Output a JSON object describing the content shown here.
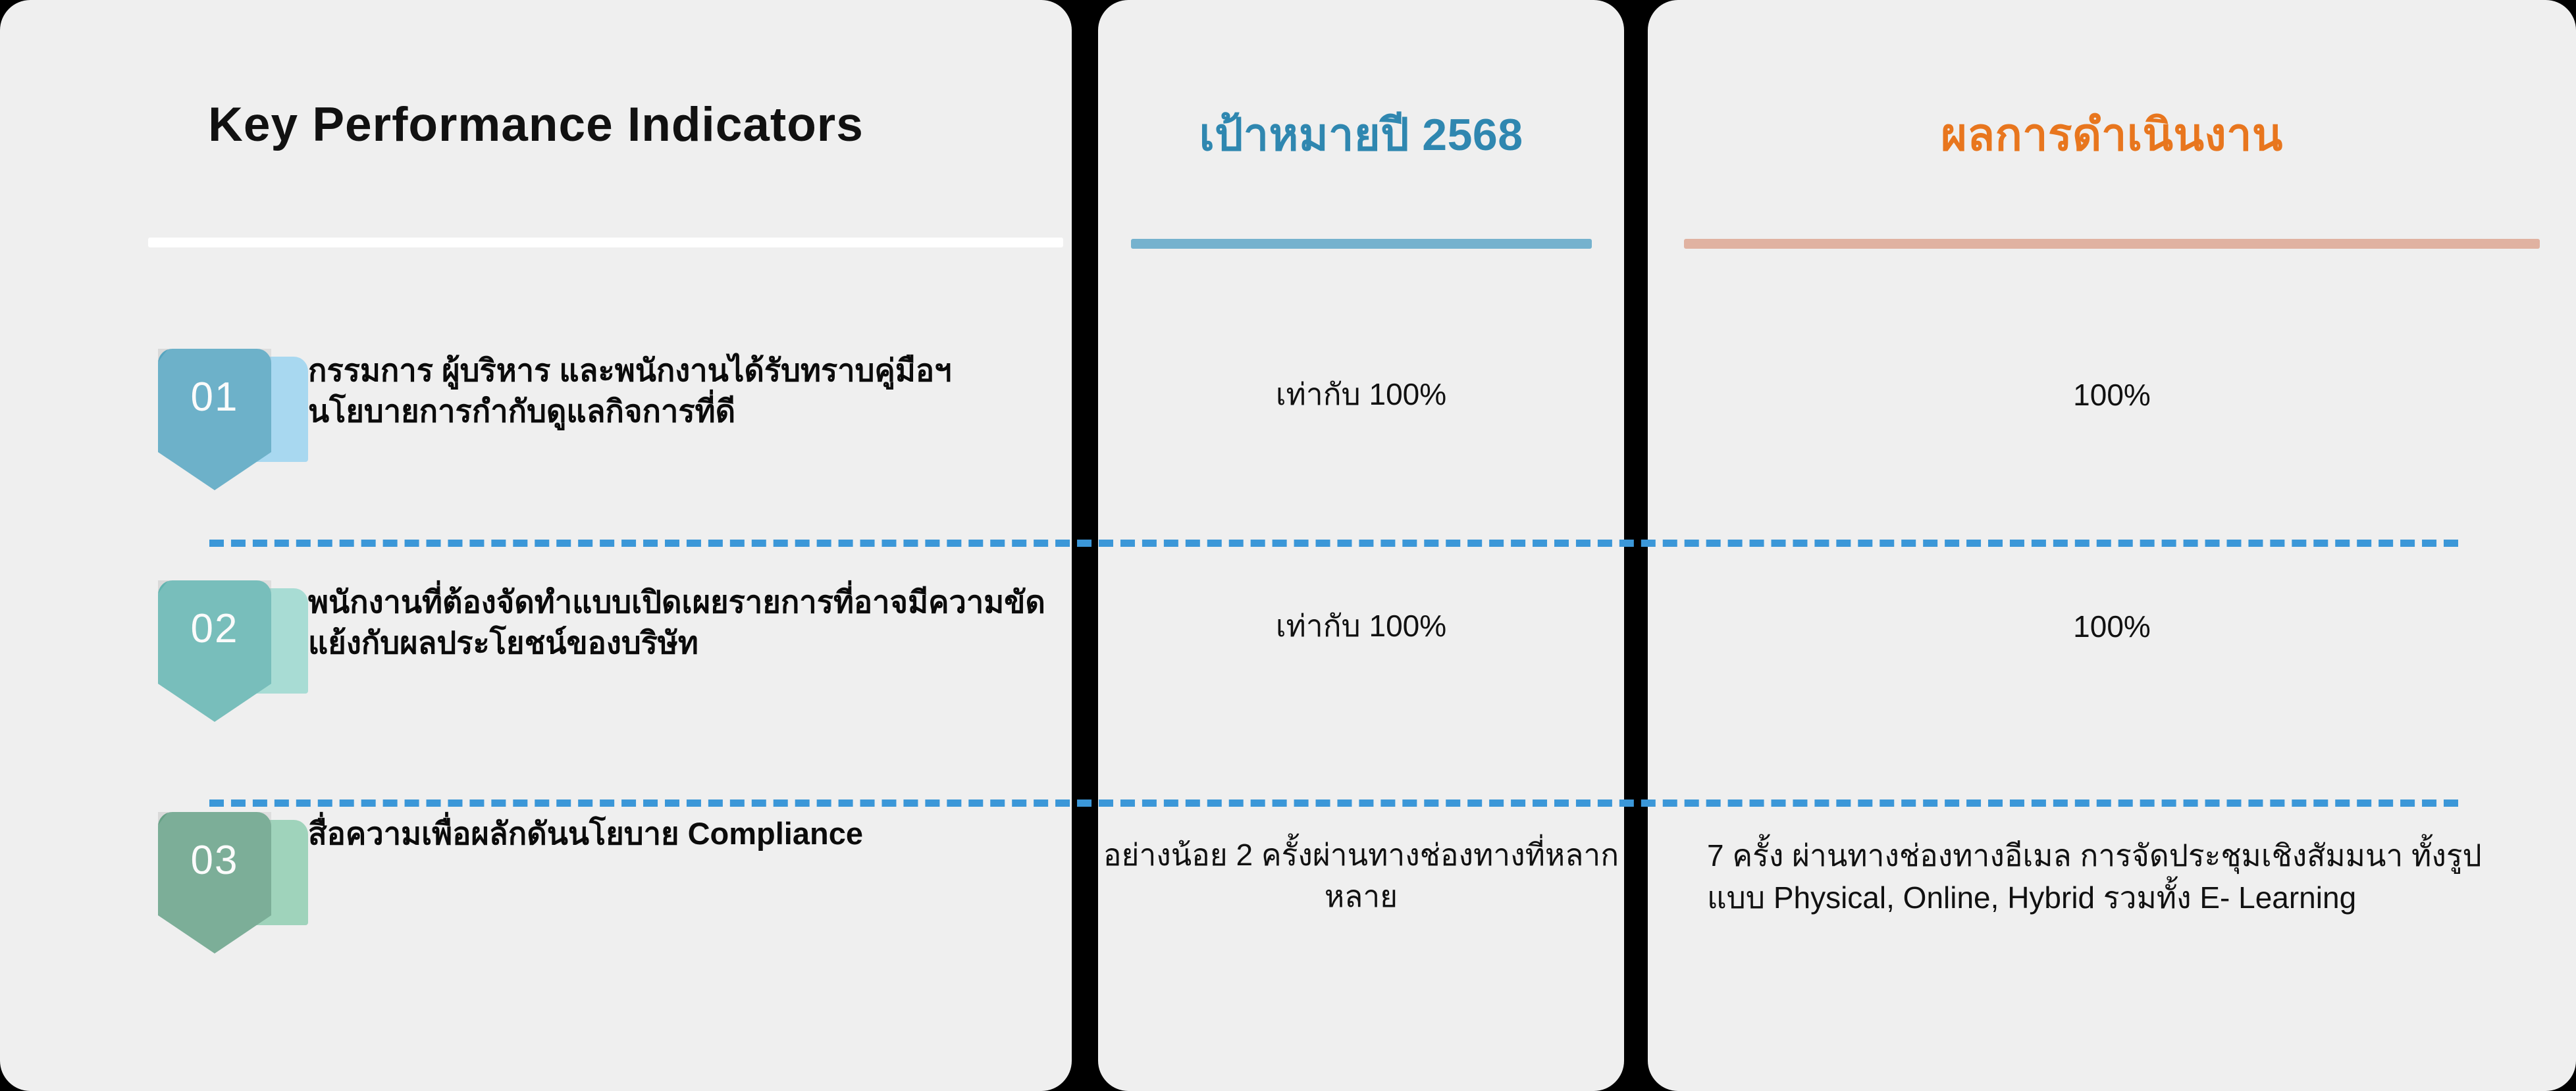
{
  "columns": {
    "kpi": {
      "title": "Key  Performance Indicators",
      "rule_color": "#FFFFFF"
    },
    "target": {
      "title": "เป้าหมายปี 2568",
      "color": "#2F87B0",
      "rule_color": "#75B2CE"
    },
    "result": {
      "title": "ผลการดำเนินงาน",
      "color": "#E8761E",
      "rule_color": "#E0B2A1"
    }
  },
  "rows": [
    {
      "number": "01",
      "badge_color": "#5FB6D4",
      "badge_tab_color": "#A8D8F0",
      "kpi": "กรรมการ ผู้บริหาร และพนักงานได้รับทราบคู่มือฯ นโยบายการกำกับดูแลกิจการที่ดี",
      "target": "เท่ากับ 100%",
      "result": "100%"
    },
    {
      "number": "02",
      "badge_color": "#6CC6C2",
      "badge_tab_color": "#A8DCD4",
      "kpi": "พนักงานที่ต้องจัดทำแบบเปิดเผยรายการที่อาจมีความขัดแย้งกับผลประโยชน์ของบริษัท",
      "target": "เท่ากับ 100%",
      "result": "100%"
    },
    {
      "number": "03",
      "badge_color": "#72B195",
      "badge_tab_color": "#9FD3BB",
      "kpi": "สื่อความเพื่อผลักดันนโยบาย Compliance",
      "target": "อย่างน้อย 2 ครั้งผ่านทางช่องทางที่หลากหลาย",
      "result": "7 ครั้ง ผ่านทางช่องทางอีเมล การจัดประชุมเชิงสัมมนา ทั้งรูปแบบ Physical, Online, Hybrid รวมทั้ง E- Learning"
    }
  ],
  "divider_color": "#3B97D8",
  "background_color": "#000000",
  "panel_color": "#EFEFEF"
}
